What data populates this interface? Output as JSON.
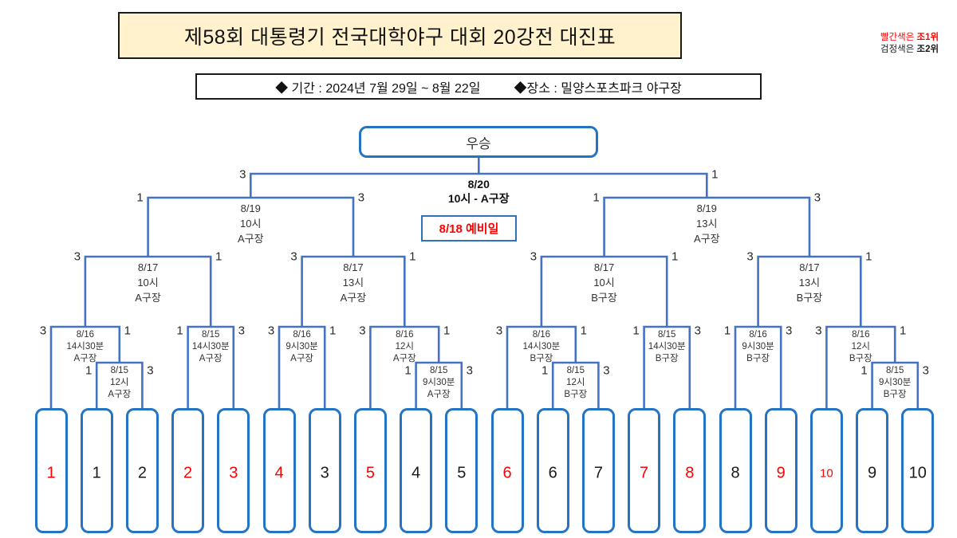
{
  "title": {
    "text": "제58회 대통령기 전국대학야구 대회 20강전 대진표",
    "bg": "#FFF2CC"
  },
  "legend": {
    "line1": {
      "prefix": "빨간색은 ",
      "bold": "조1위",
      "color": "#ff0000"
    },
    "line2": {
      "prefix": "검정색은 ",
      "bold": "조2위",
      "color": "#1a1a1a"
    }
  },
  "info_bar": {
    "period": "◆ 기간 : 2024년 7월 29일 ~ 8월 22일",
    "venue": "◆장소 : 밀양스포츠파크  야구장"
  },
  "champion": {
    "label": "우승"
  },
  "reserve_note": {
    "text": "8/18 예비일"
  },
  "colors": {
    "connector_blue": "#4472C4",
    "box_blue": "#2474C4",
    "rank1_red": "#ff0000",
    "rank2_black": "#1a1a1a",
    "title_bg_yellow": "#FFF2CC"
  },
  "matches": {
    "final": {
      "lines": [
        "8/20",
        "10시 - A구장"
      ],
      "left_score": "3",
      "right_score": "1"
    },
    "sf1": {
      "lines": [
        "8/19",
        "10시",
        "A구장"
      ],
      "left_score": "1",
      "right_score": "3"
    },
    "sf2": {
      "lines": [
        "8/19",
        "13시",
        "A구장"
      ],
      "left_score": "1",
      "right_score": "3"
    },
    "qf1": {
      "lines": [
        "8/17",
        "10시",
        "A구장"
      ],
      "left_score": "3",
      "right_score": "1"
    },
    "qf2": {
      "lines": [
        "8/17",
        "13시",
        "A구장"
      ],
      "left_score": "3",
      "right_score": "1"
    },
    "qf3": {
      "lines": [
        "8/17",
        "10시",
        "B구장"
      ],
      "left_score": "3",
      "right_score": "1"
    },
    "qf4": {
      "lines": [
        "8/17",
        "13시",
        "B구장"
      ],
      "left_score": "3",
      "right_score": "1"
    },
    "m1": {
      "lines": [
        "8/16",
        "14시30분",
        "A구장"
      ],
      "left_score": "3",
      "right_score": "1"
    },
    "s1": {
      "lines": [
        "8/15",
        "12시",
        "A구장"
      ],
      "left_score": "1",
      "right_score": "3"
    },
    "m2": {
      "lines": [
        "8/15",
        "14시30분",
        "A구장"
      ],
      "left_score": "1",
      "right_score": "3"
    },
    "m3": {
      "lines": [
        "8/16",
        "9시30분",
        "A구장"
      ],
      "left_score": "3",
      "right_score": "1"
    },
    "m4": {
      "lines": [
        "8/16",
        "12시",
        "A구장"
      ],
      "left_score": "3",
      "right_score": "1"
    },
    "s2": {
      "lines": [
        "8/15",
        "9시30분",
        "A구장"
      ],
      "left_score": "1",
      "right_score": "3"
    },
    "m5": {
      "lines": [
        "8/16",
        "14시30분",
        "B구장"
      ],
      "left_score": "3",
      "right_score": "1"
    },
    "s3": {
      "lines": [
        "8/15",
        "12시",
        "B구장"
      ],
      "left_score": "1",
      "right_score": "3"
    },
    "m6": {
      "lines": [
        "8/15",
        "14시30분",
        "B구장"
      ],
      "left_score": "1",
      "right_score": "3"
    },
    "m7": {
      "lines": [
        "8/16",
        "9시30분",
        "B구장"
      ],
      "left_score": "1",
      "right_score": "3"
    },
    "m8": {
      "lines": [
        "8/16",
        "12시",
        "B구장"
      ],
      "left_score": "3",
      "right_score": "1"
    },
    "s4": {
      "lines": [
        "8/15",
        "9시30분",
        "B구장"
      ],
      "left_score": "1",
      "right_score": "3"
    }
  },
  "teams": [
    {
      "num": "1",
      "rank": "rank1"
    },
    {
      "num": "1",
      "rank": "rank2"
    },
    {
      "num": "2",
      "rank": "rank2"
    },
    {
      "num": "2",
      "rank": "rank1"
    },
    {
      "num": "3",
      "rank": "rank1"
    },
    {
      "num": "4",
      "rank": "rank1"
    },
    {
      "num": "3",
      "rank": "rank2"
    },
    {
      "num": "5",
      "rank": "rank1"
    },
    {
      "num": "4",
      "rank": "rank2"
    },
    {
      "num": "5",
      "rank": "rank2"
    },
    {
      "num": "6",
      "rank": "rank1"
    },
    {
      "num": "6",
      "rank": "rank2"
    },
    {
      "num": "7",
      "rank": "rank2"
    },
    {
      "num": "7",
      "rank": "rank1"
    },
    {
      "num": "8",
      "rank": "rank1"
    },
    {
      "num": "8",
      "rank": "rank2"
    },
    {
      "num": "9",
      "rank": "rank1"
    },
    {
      "num": "10",
      "rank": "rank1",
      "small": true
    },
    {
      "num": "9",
      "rank": "rank2"
    },
    {
      "num": "10",
      "rank": "rank2"
    }
  ]
}
